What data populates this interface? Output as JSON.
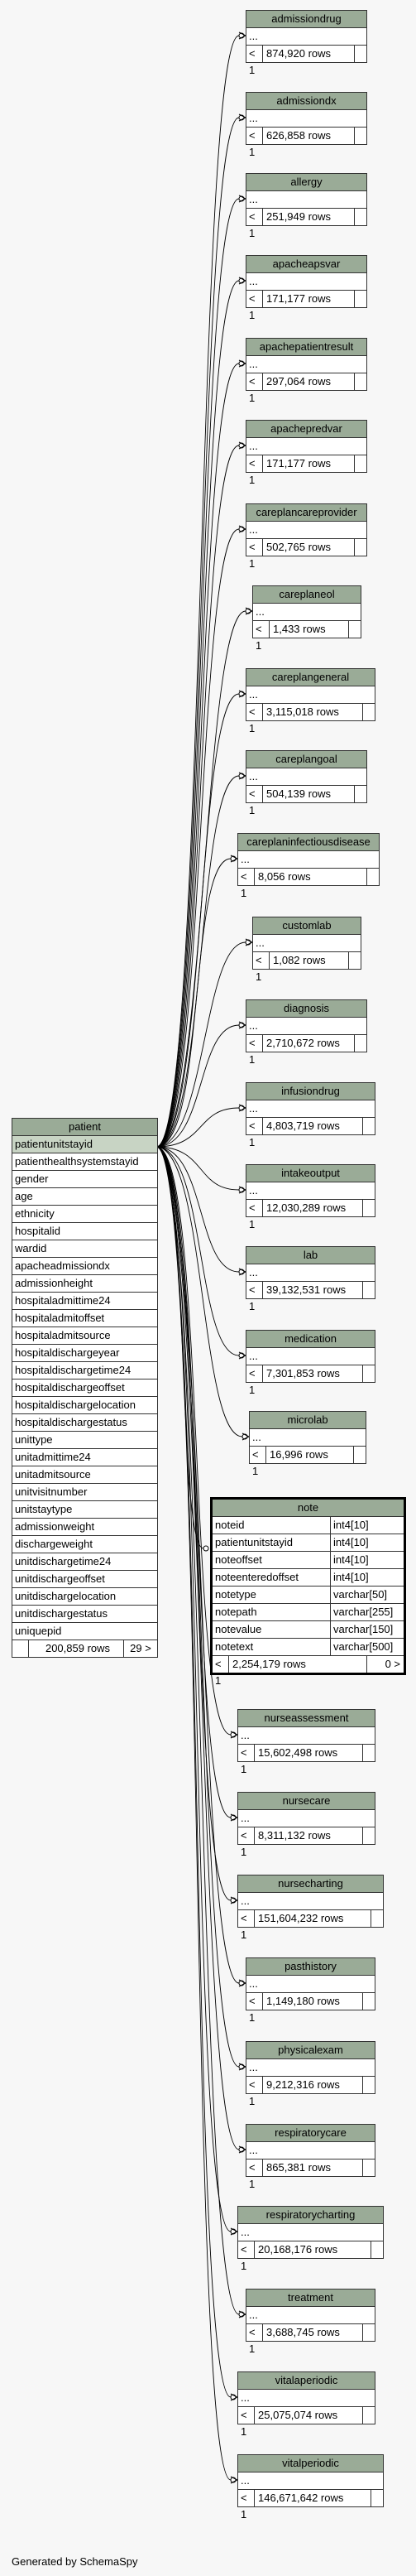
{
  "footer": "Generated by SchemaSpy",
  "patient": {
    "name": "patient",
    "columns": [
      "patientunitstayid",
      "patienthealthsystemstayid",
      "gender",
      "age",
      "ethnicity",
      "hospitalid",
      "wardid",
      "apacheadmissiondx",
      "admissionheight",
      "hospitaladmittime24",
      "hospitaladmitoffset",
      "hospitaladmitsource",
      "hospitaldischargeyear",
      "hospitaldischargetime24",
      "hospitaldischargeoffset",
      "hospitaldischargelocation",
      "hospitaldischargestatus",
      "unittype",
      "unitadmittime24",
      "unitadmitsource",
      "unitvisitnumber",
      "unitstaytype",
      "admissionweight",
      "dischargeweight",
      "unitdischargetime24",
      "unitdischargeoffset",
      "unitdischargelocation",
      "unitdischargestatus",
      "uniquepid"
    ],
    "rows": "200,859 rows",
    "children": "29 >"
  },
  "note": {
    "name": "note",
    "columns": [
      {
        "name": "noteid",
        "type": "int4[10]"
      },
      {
        "name": "patientunitstayid",
        "type": "int4[10]"
      },
      {
        "name": "noteoffset",
        "type": "int4[10]"
      },
      {
        "name": "noteenteredoffset",
        "type": "int4[10]"
      },
      {
        "name": "notetype",
        "type": "varchar[50]"
      },
      {
        "name": "notepath",
        "type": "varchar[255]"
      },
      {
        "name": "notevalue",
        "type": "varchar[150]"
      },
      {
        "name": "notetext",
        "type": "varchar[500]"
      }
    ],
    "parents": "< 1",
    "rows": "2,254,179 rows",
    "children": "0 >"
  },
  "tables": [
    {
      "name": "admissiondrug",
      "ellipsis": "...",
      "parents": "< 1",
      "rows": "874,920 rows"
    },
    {
      "name": "admissiondx",
      "ellipsis": "...",
      "parents": "< 1",
      "rows": "626,858 rows"
    },
    {
      "name": "allergy",
      "ellipsis": "...",
      "parents": "< 1",
      "rows": "251,949 rows"
    },
    {
      "name": "apacheapsvar",
      "ellipsis": "...",
      "parents": "< 1",
      "rows": "171,177 rows"
    },
    {
      "name": "apachepatientresult",
      "ellipsis": "...",
      "parents": "< 1",
      "rows": "297,064 rows"
    },
    {
      "name": "apachepredvar",
      "ellipsis": "...",
      "parents": "< 1",
      "rows": "171,177 rows"
    },
    {
      "name": "careplancareprovider",
      "ellipsis": "...",
      "parents": "< 1",
      "rows": "502,765 rows"
    },
    {
      "name": "careplaneol",
      "ellipsis": "...",
      "parents": "< 1",
      "rows": "1,433 rows"
    },
    {
      "name": "careplangeneral",
      "ellipsis": "...",
      "parents": "< 1",
      "rows": "3,115,018 rows"
    },
    {
      "name": "careplangoal",
      "ellipsis": "...",
      "parents": "< 1",
      "rows": "504,139 rows"
    },
    {
      "name": "careplaninfectiousdisease",
      "ellipsis": "...",
      "parents": "< 1",
      "rows": "8,056 rows"
    },
    {
      "name": "customlab",
      "ellipsis": "...",
      "parents": "< 1",
      "rows": "1,082 rows"
    },
    {
      "name": "diagnosis",
      "ellipsis": "...",
      "parents": "< 1",
      "rows": "2,710,672 rows"
    },
    {
      "name": "infusiondrug",
      "ellipsis": "...",
      "parents": "< 1",
      "rows": "4,803,719 rows"
    },
    {
      "name": "intakeoutput",
      "ellipsis": "...",
      "parents": "< 1",
      "rows": "12,030,289 rows"
    },
    {
      "name": "lab",
      "ellipsis": "...",
      "parents": "< 1",
      "rows": "39,132,531 rows"
    },
    {
      "name": "medication",
      "ellipsis": "...",
      "parents": "< 1",
      "rows": "7,301,853 rows"
    },
    {
      "name": "microlab",
      "ellipsis": "...",
      "parents": "< 1",
      "rows": "16,996 rows"
    },
    {
      "name": "nurseassessment",
      "ellipsis": "...",
      "parents": "< 1",
      "rows": "15,602,498 rows"
    },
    {
      "name": "nursecare",
      "ellipsis": "...",
      "parents": "< 1",
      "rows": "8,311,132 rows"
    },
    {
      "name": "nursecharting",
      "ellipsis": "...",
      "parents": "< 1",
      "rows": "151,604,232 rows"
    },
    {
      "name": "pasthistory",
      "ellipsis": "...",
      "parents": "< 1",
      "rows": "1,149,180 rows"
    },
    {
      "name": "physicalexam",
      "ellipsis": "...",
      "parents": "< 1",
      "rows": "9,212,316 rows"
    },
    {
      "name": "respiratorycare",
      "ellipsis": "...",
      "parents": "< 1",
      "rows": "865,381 rows"
    },
    {
      "name": "respiratorycharting",
      "ellipsis": "...",
      "parents": "< 1",
      "rows": "20,168,176 rows"
    },
    {
      "name": "treatment",
      "ellipsis": "...",
      "parents": "< 1",
      "rows": "3,688,745 rows"
    },
    {
      "name": "vitalaperiodic",
      "ellipsis": "...",
      "parents": "< 1",
      "rows": "25,075,074 rows"
    },
    {
      "name": "vitalperiodic",
      "ellipsis": "...",
      "parents": "< 1",
      "rows": "146,671,642 rows"
    }
  ]
}
